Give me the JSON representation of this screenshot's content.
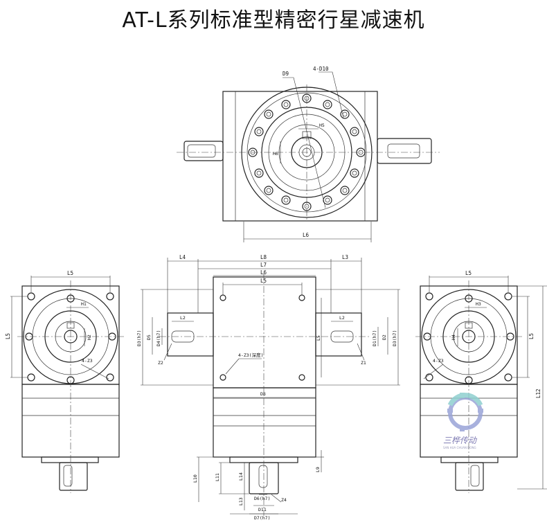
{
  "title": "AT-L系列标准型精密行星减速机",
  "labels": {
    "D9": "D9",
    "D10": "4-D10",
    "H5": "H5",
    "H6": "H6",
    "L6_top": "L6",
    "L4": "L4",
    "L8": "L8",
    "L3": "L3",
    "L7": "L7",
    "L6_mid": "L6",
    "L5_mid": "L5",
    "L2_left": "L2",
    "L2_right": "L2",
    "L5_mid_vert": "L5",
    "D3_left": "D3(h7)",
    "D5": "D5",
    "D4": "D4(h7)",
    "Z2": "Z2",
    "D1": "D1(h7)",
    "D2": "D2",
    "D3_right": "D3(h7)",
    "Z1": "Z1",
    "Z3_mid": "4-Z3(深度)",
    "D8": "D8",
    "L10": "L10",
    "L11": "L11",
    "L14": "L14",
    "L13": "L13",
    "L9": "L9",
    "D6": "D6(h7)",
    "Z4": "Z4",
    "D11": "D11",
    "D7": "D7(h7)",
    "L5_left": "L5",
    "L5_left_vert": "L5",
    "H1": "H1",
    "H2": "H2",
    "Z3_left": "4-Z3",
    "L5_right": "L5",
    "L5_right_vert": "L5",
    "H3": "H3",
    "H4": "H4",
    "Z3_right": "4-Z3",
    "L12": "L12"
  },
  "watermark": {
    "brand": "三桦传动",
    "sub": "SAN HUA CHUAN DONG"
  },
  "colors": {
    "line": "#222222",
    "gear_blue": "#9aa4d8",
    "gear_teal": "#8fd0d0"
  }
}
